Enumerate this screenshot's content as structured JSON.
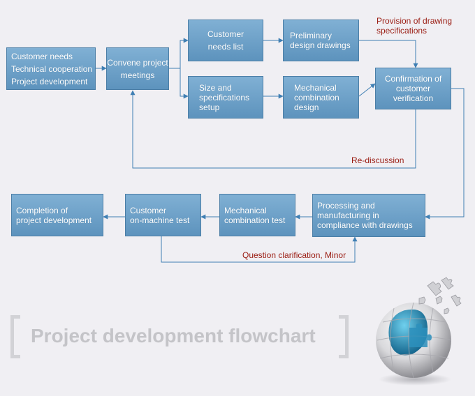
{
  "boxes": {
    "customer_needs": [
      "Customer needs",
      "Technical cooperation",
      "Project development"
    ],
    "convene": [
      "Convene project",
      "meetings"
    ],
    "needs_list": [
      "Customer",
      "needs list"
    ],
    "preliminary": [
      "Preliminary",
      "design drawings"
    ],
    "size_spec": [
      "Size and",
      "specifications",
      "setup"
    ],
    "mech_design": [
      "Mechanical",
      "combination",
      "design"
    ],
    "confirmation": [
      "Confirmation of",
      "customer",
      "verification"
    ],
    "processing": [
      "Processing and",
      "manufacturing in",
      "compliance with drawings"
    ],
    "mech_test": [
      "Mechanical",
      "combination test"
    ],
    "on_machine": [
      "Customer",
      "on-machine test"
    ],
    "completion": [
      "Completion of",
      "project development"
    ]
  },
  "notes": {
    "provision": [
      "Provision of drawing",
      "specifications"
    ],
    "rediscussion": "Re-discussion",
    "question": "Question clarification, Minor"
  },
  "title": "Project development flowchart",
  "colors": {
    "box": "#6a9dc5",
    "line": "#3f7fb3",
    "note": "#9a1c12",
    "title": "#c4c4c8"
  },
  "decoration": {
    "icon": "puzzle-globe-icon"
  }
}
